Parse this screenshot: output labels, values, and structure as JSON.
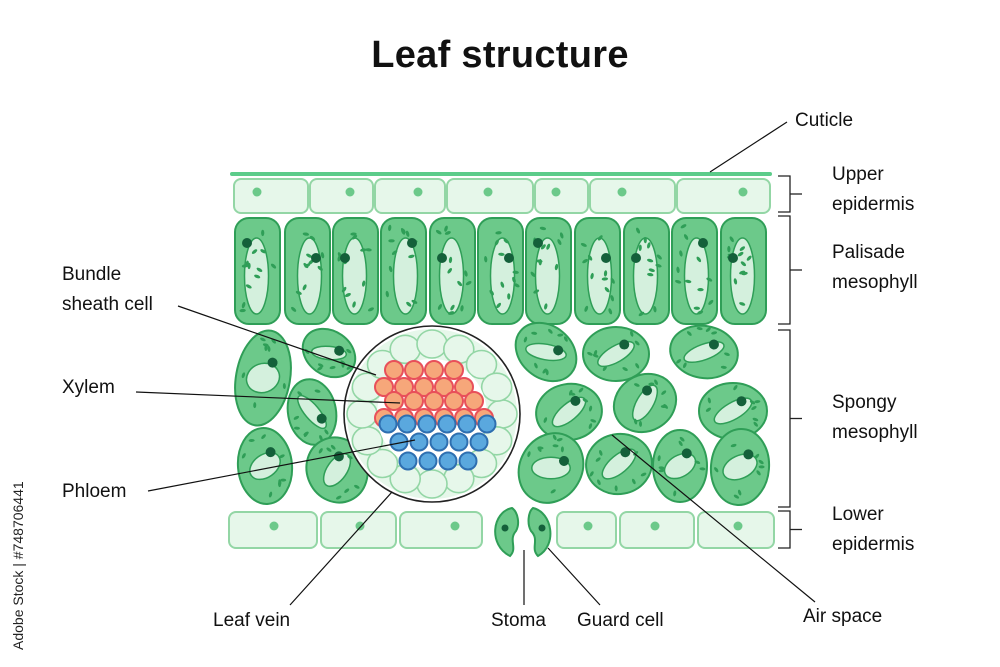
{
  "title": "Leaf structure",
  "labels": {
    "cuticle": "Cuticle",
    "upper_epidermis": [
      "Upper",
      "epidermis"
    ],
    "palisade_mesophyll": [
      "Palisade",
      "mesophyll"
    ],
    "spongy_mesophyll": [
      "Spongy",
      "mesophyll"
    ],
    "lower_epidermis": [
      "Lower",
      "epidermis"
    ],
    "bundle_sheath_cell": [
      "Bundle",
      "sheath cell"
    ],
    "xylem": "Xylem",
    "phloem": "Phloem",
    "leaf_vein": "Leaf vein",
    "stoma": "Stoma",
    "guard_cell": "Guard cell",
    "air_space": "Air space"
  },
  "watermark": "Adobe Stock | #748706441",
  "colors": {
    "cell_fill": "#6cc98a",
    "cell_stroke": "#2f9e57",
    "vacuole": "#d4f0dd",
    "nucleus": "#14603a",
    "epidermis_fill": "#e6f7ea",
    "epidermis_stroke": "#93d6a5",
    "cuticle": "#5ccc8a",
    "xylem_fill": "#f6a77a",
    "xylem_stroke": "#e8505a",
    "phloem_fill": "#5aa8de",
    "phloem_stroke": "#2e6fb0"
  }
}
